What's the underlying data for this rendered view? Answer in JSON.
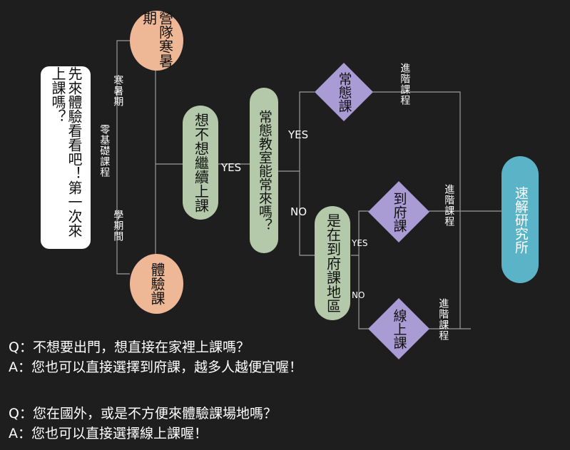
{
  "nodes": {
    "start": "先來體驗看看吧！第一次來上課嗎？",
    "camp": "營隊寒暑期",
    "trial": "體驗課",
    "continue_q": "想不想繼續上課",
    "regular_q": "常態教室能常來嗎？",
    "regular_course": "常態課",
    "home_area_q": "是在到府課地區",
    "home_course": "到府課",
    "online_course": "線上課",
    "research": "速解研究所"
  },
  "labels": {
    "summer": "寒暑期",
    "zero_basis": "零基礎課程",
    "semester": "學期間",
    "yes_continue": "YES",
    "yes_regular": "YES",
    "no_regular": "NO",
    "yes_home": "YES",
    "no_home": "NO",
    "adv1": "進階課程",
    "adv2": "進階課程",
    "adv3": "進階課程"
  },
  "qa": [
    {
      "q": "Q：不想要出門，想直接在家裡上課嗎？",
      "a": "A：您也可以直接選擇到府課，越多人越便宜喔！"
    },
    {
      "q": "Q：您在國外，或是不方便來體驗課場地嗎？",
      "a": "A：您也可以直接選擇線上課喔！"
    }
  ],
  "colors": {
    "background": "#1e1e1e",
    "orange": "#eeb897",
    "green": "#b3c9a9",
    "purple": "#a99bd4",
    "teal": "#5bb3c8"
  }
}
